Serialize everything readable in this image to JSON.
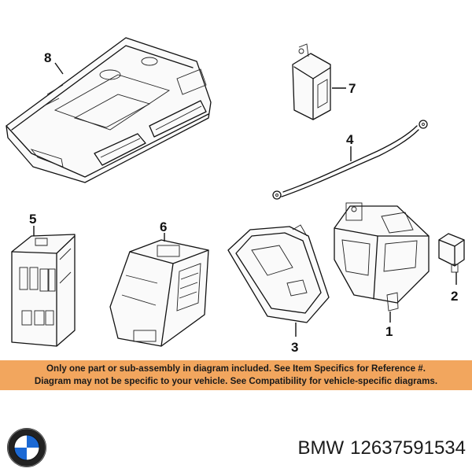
{
  "callouts": {
    "c1": "1",
    "c2": "2",
    "c3": "3",
    "c4": "4",
    "c5": "5",
    "c6": "6",
    "c7": "7",
    "c8": "8"
  },
  "disclaimer": {
    "line1": "Only one part or sub-assembly in diagram included. See Item Specifics for Reference #.",
    "line2": "Diagram may not be specific to your vehicle. See Compatibility for vehicle-specific diagrams."
  },
  "footer": {
    "brand": "BMW",
    "part_number": "12637591534",
    "logo_icon": "bmw-roundel-icon"
  },
  "colors": {
    "banner": "#f2a65e",
    "bmw_blue": "#1c69d4"
  }
}
